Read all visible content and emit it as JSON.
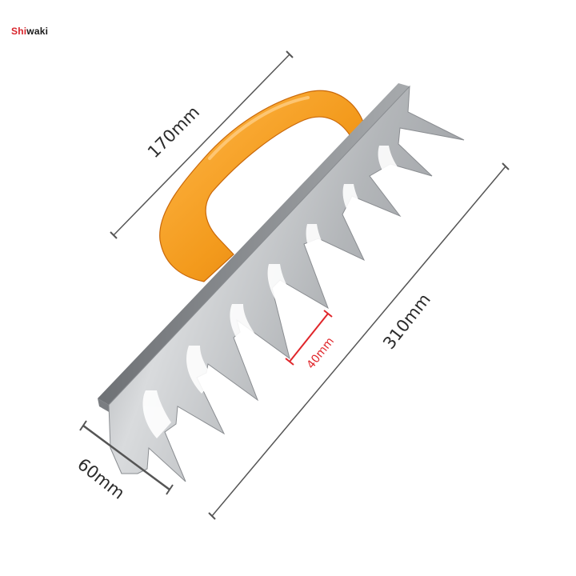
{
  "brand": {
    "part1": "Shi",
    "part2": "waki"
  },
  "dimensions": {
    "handle_length": "170mm",
    "blade_length": "310mm",
    "width": "60mm",
    "tine_length": "40mm"
  },
  "colors": {
    "handle": "#f39a1c",
    "steel": "#b9bcbf",
    "dim_line": "#555555",
    "accent": "#e0262b"
  }
}
